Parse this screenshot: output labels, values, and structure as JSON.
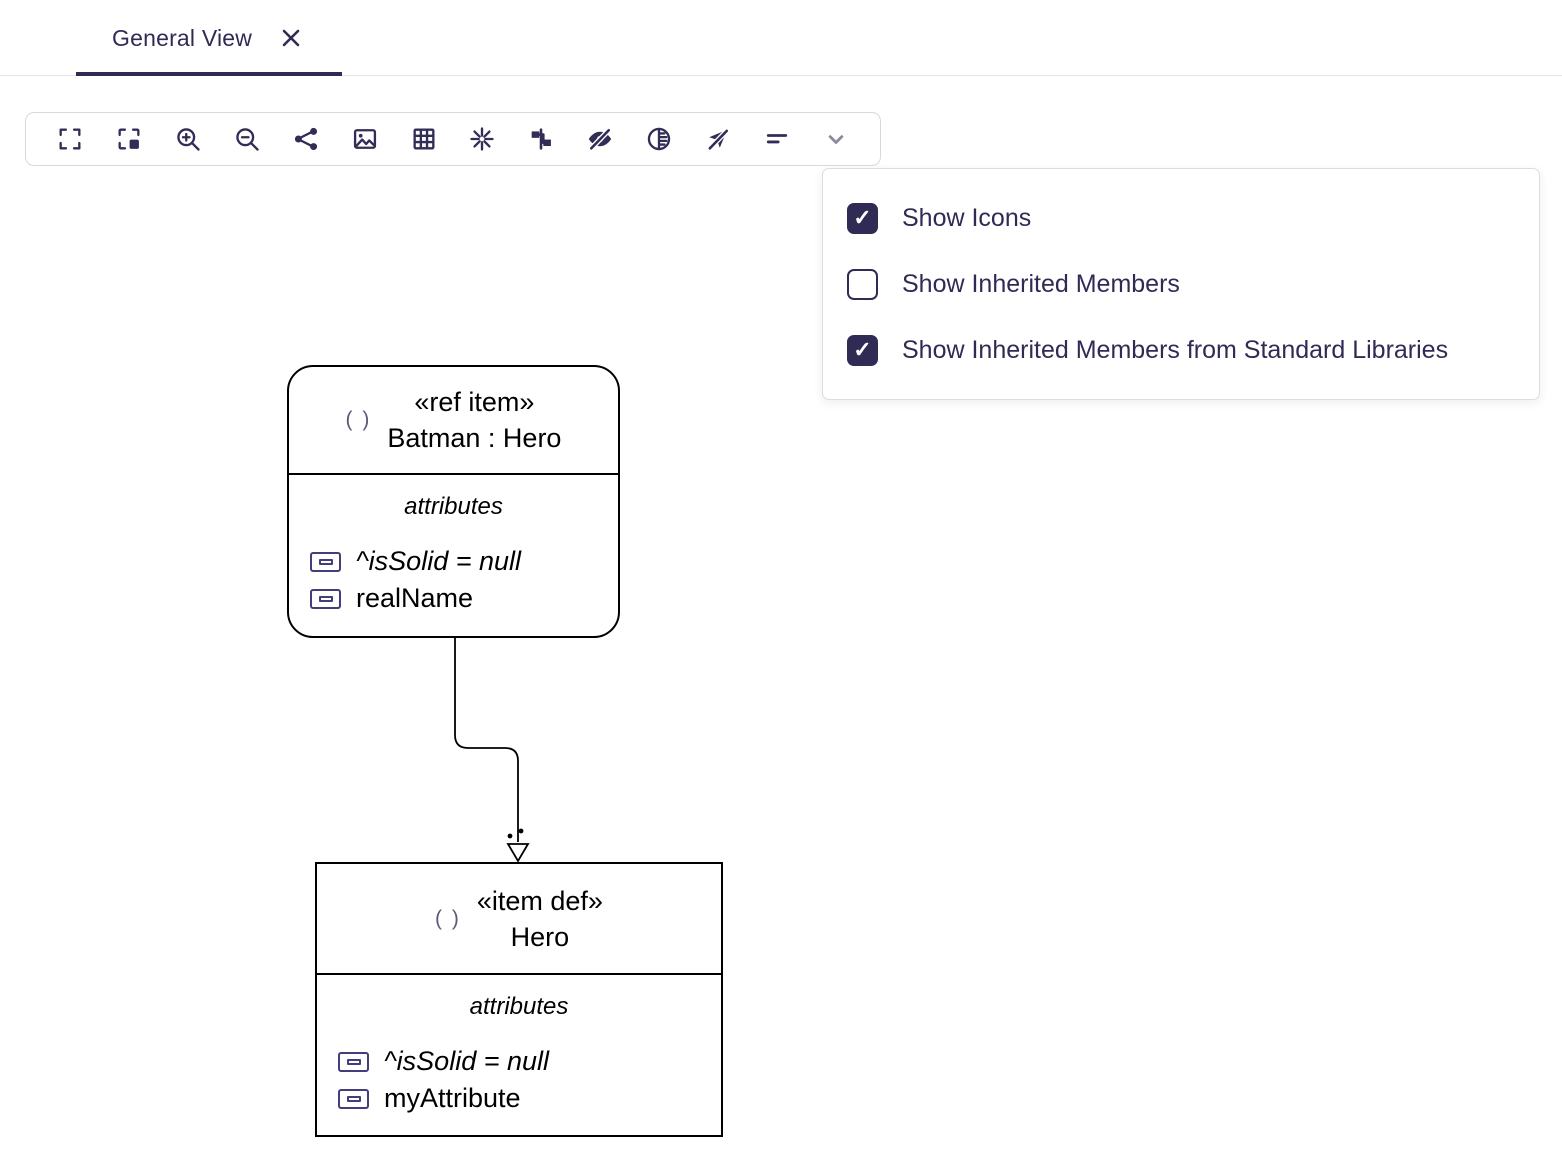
{
  "colors": {
    "accent": "#2f2b55",
    "node_border": "#000000",
    "attr_icon": "#433d7a"
  },
  "tab": {
    "label": "General View"
  },
  "toolbar": {
    "icons": [
      "fit-to-screen",
      "fit-to-selection",
      "zoom-in",
      "zoom-out",
      "share",
      "image-export",
      "grid",
      "routing",
      "group-nodes",
      "hide-element",
      "contrast",
      "disable-pointer",
      "filter",
      "expand-menu"
    ]
  },
  "dropdown": {
    "items": [
      {
        "label": "Show Icons",
        "checked": true
      },
      {
        "label": "Show Inherited Members",
        "checked": false
      },
      {
        "label": "Show Inherited Members from Standard Libraries",
        "checked": true
      }
    ]
  },
  "diagram": {
    "node1": {
      "icon_glyph": "( )",
      "stereotype": "«ref item»",
      "name": "Batman : Hero",
      "compartment_label": "attributes",
      "attributes": [
        {
          "text": "^isSolid = null"
        },
        {
          "text": "realName"
        }
      ]
    },
    "node2": {
      "icon_glyph": "( )",
      "stereotype": "«item def»",
      "name": "Hero",
      "compartment_label": "attributes",
      "attributes": [
        {
          "text": "^isSolid = null"
        },
        {
          "text": "myAttribute"
        }
      ]
    }
  }
}
